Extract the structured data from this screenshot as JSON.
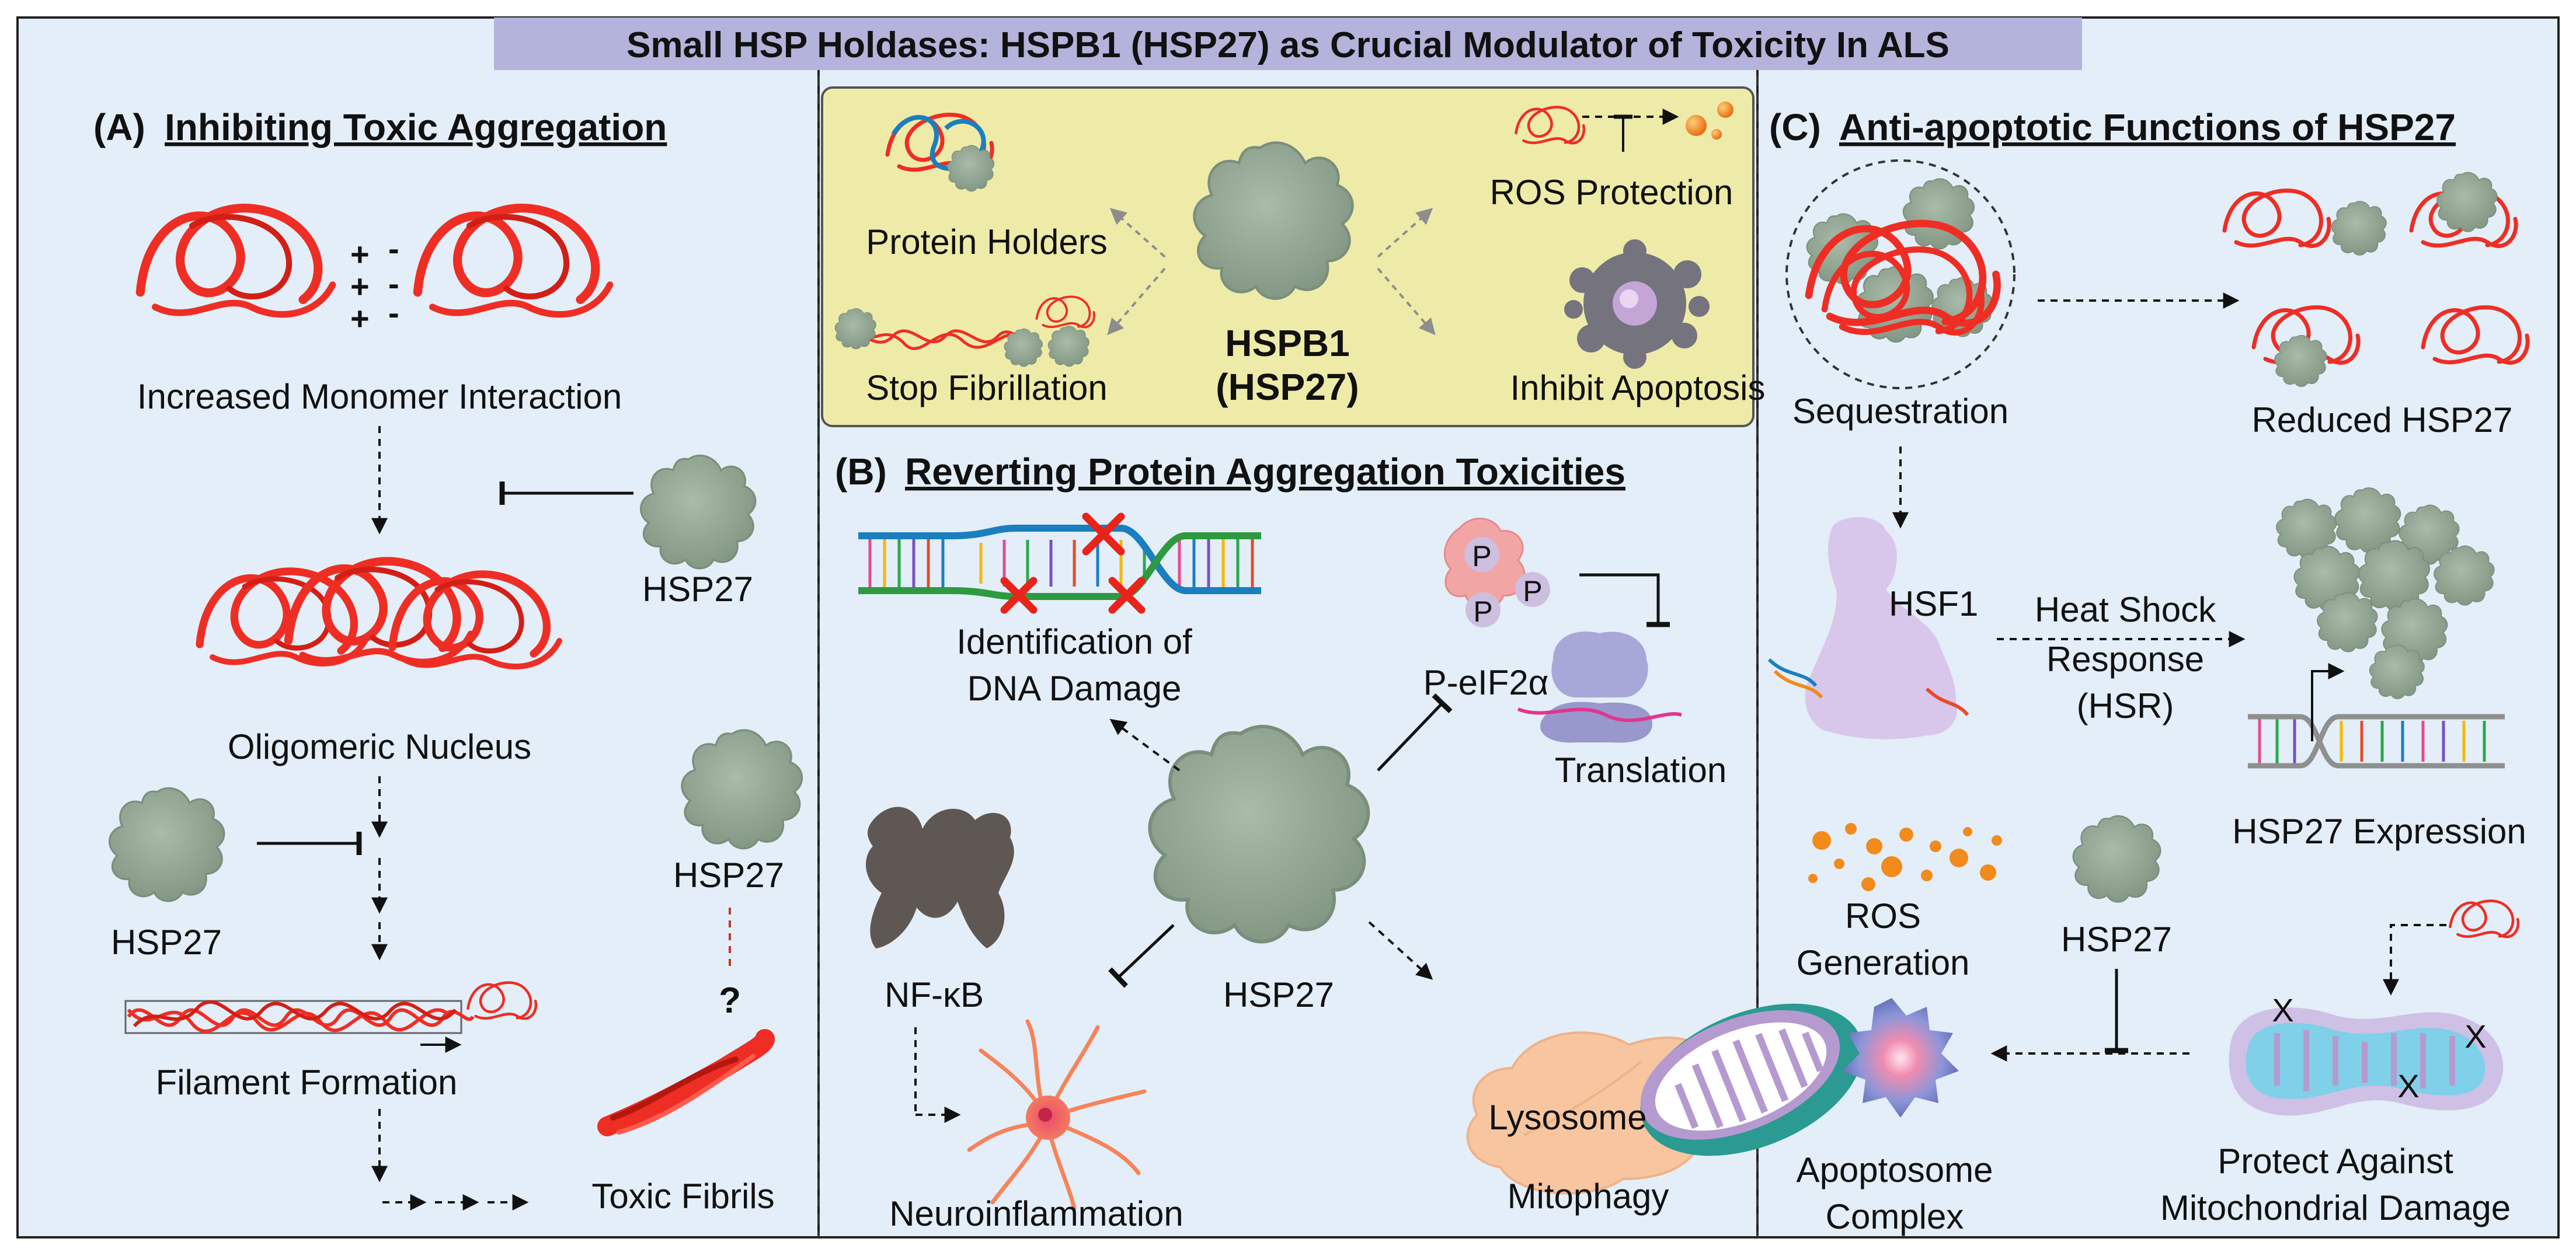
{
  "title": "Small HSP Holdases: HSPB1 (HSP27) as Crucial Modulator of Toxicity In ALS",
  "panel_a": {
    "prefix": "(A)",
    "heading": "Inhibiting Toxic Aggregation",
    "charges": [
      "+",
      "-",
      "+",
      "-",
      "+",
      "-"
    ],
    "monomer": "Increased Monomer Interaction",
    "oligomer": "Oligomeric Nucleus",
    "filament": "Filament Formation",
    "toxic": "Toxic Fibrils",
    "hsp_a": "HSP27",
    "hsp_b": "HSP27",
    "hsp_c": "HSP27",
    "question": "?"
  },
  "center_box": {
    "holders": "Protein Holders",
    "fibrillation": "Stop Fibrillation",
    "hspb1": "HSPB1",
    "hsp27": "(HSP27)",
    "ros": "ROS Protection",
    "apoptosis": "Inhibit Apoptosis"
  },
  "panel_b": {
    "prefix": "(B)",
    "heading": "Reverting  Protein Aggregation Toxicities",
    "dna_line1": "Identification of",
    "dna_line2": "DNA Damage",
    "peif": "P-eIF2α",
    "p_label": "P",
    "translation": "Translation",
    "nfkb": "NF-κB",
    "hsp27": "HSP27",
    "neuro": "Neuroinflammation",
    "lysosome": "Lysosome",
    "mitophagy": "Mitophagy"
  },
  "panel_c": {
    "prefix": "(C)",
    "heading": "Anti-apoptotic Functions of HSP27",
    "sequestration": "Sequestration",
    "reduced": "Reduced HSP27",
    "hsf1": "HSF1",
    "hsr_line1": "Heat Shock",
    "hsr_line2": "Response",
    "hsr_line3": "(HSR)",
    "expression": "HSP27 Expression",
    "ros_line1": "ROS",
    "ros_line2": "Generation",
    "hsp27": "HSP27",
    "apop_line1": "Apoptosome",
    "apop_line2": "Complex",
    "mito_line1": "Protect Against",
    "mito_line2": "Mitochondrial Damage",
    "x_mark": "X"
  },
  "colors": {
    "panel_bg": "#e3eef8",
    "title_bg": "#b3b3dc",
    "center_bg": "#eeeba8",
    "protein": "#8fa390",
    "fiber_red": "#ee2e24",
    "lysosome": "#f7c6a0",
    "mito_teal": "#2a9a92",
    "hsf1_lilac": "#d8c7ea",
    "ros_orange": "#f28a1c",
    "nfkb_gray": "#5f5753",
    "apoptosome": "#6f7cc6"
  }
}
